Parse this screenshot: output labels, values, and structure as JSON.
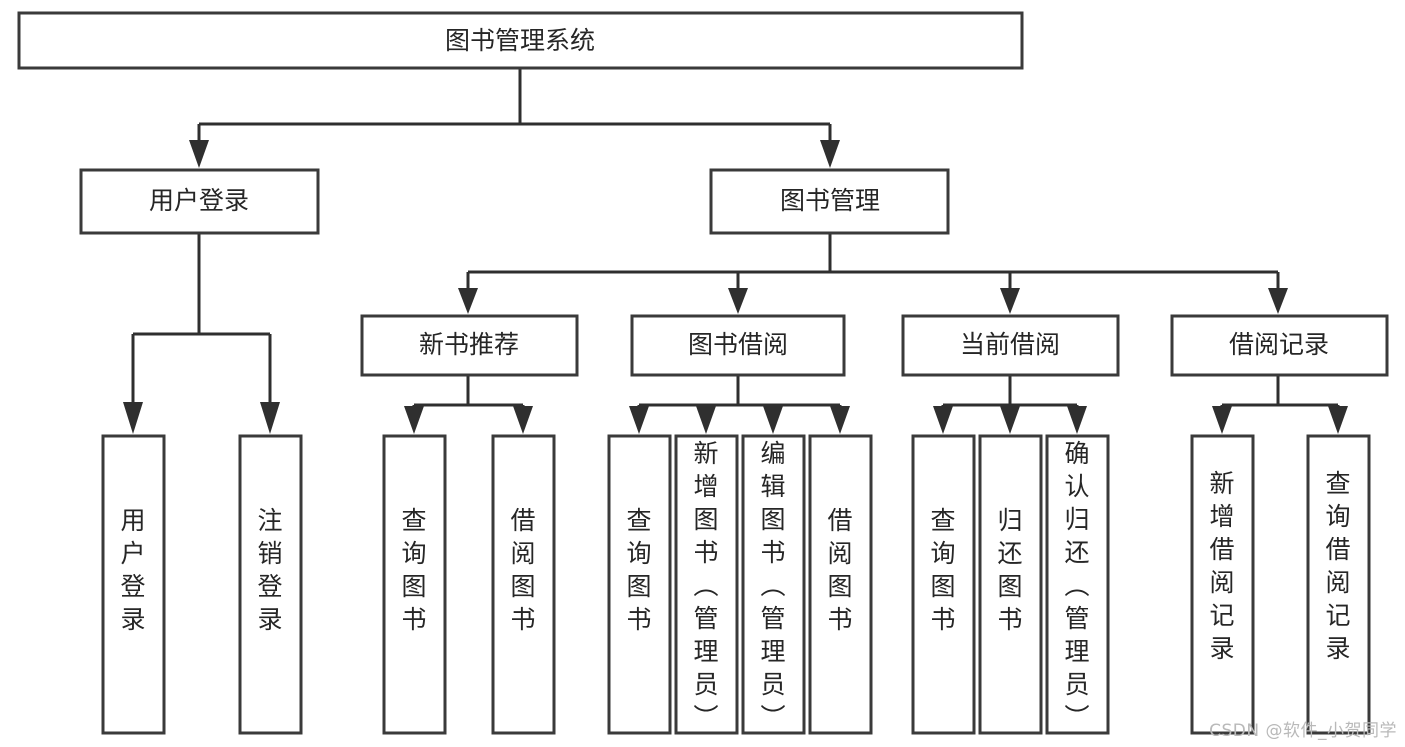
{
  "diagram": {
    "type": "tree-hierarchy-diagram",
    "title": "图书管理系统",
    "watermark": "CSDN @软件_小贺同学",
    "colors": {
      "box_stroke": "#3a3a3a",
      "box_fill": "#ffffff",
      "connector": "#2f2f2f",
      "text": "#262626",
      "background": "#ffffff",
      "watermark": "#b9b9b9"
    },
    "root": {
      "id": "root",
      "label": "图书管理系统"
    },
    "level2": [
      {
        "id": "user-login",
        "label": "用户登录"
      },
      {
        "id": "book-management",
        "label": "图书管理"
      }
    ],
    "level3": [
      {
        "id": "new-book-recommend",
        "label": "新书推荐",
        "parent": "book-management"
      },
      {
        "id": "book-borrow",
        "label": "图书借阅",
        "parent": "book-management"
      },
      {
        "id": "current-borrow",
        "label": "当前借阅",
        "parent": "book-management"
      },
      {
        "id": "borrow-record",
        "label": "借阅记录",
        "parent": "book-management"
      }
    ],
    "leaves": [
      {
        "id": "leaf-user-login",
        "label": "用户登录",
        "parent": "user-login"
      },
      {
        "id": "leaf-logout-login",
        "label": "注销登录",
        "parent": "user-login"
      },
      {
        "id": "leaf-query-book-1",
        "label": "查询图书",
        "parent": "new-book-recommend"
      },
      {
        "id": "leaf-borrow-book-1",
        "label": "借阅图书",
        "parent": "new-book-recommend"
      },
      {
        "id": "leaf-query-book-2",
        "label": "查询图书",
        "parent": "book-borrow"
      },
      {
        "id": "leaf-add-book",
        "label": "新增图书（管理员）",
        "parent": "book-borrow"
      },
      {
        "id": "leaf-edit-book",
        "label": "编辑图书（管理员）",
        "parent": "book-borrow"
      },
      {
        "id": "leaf-borrow-book-2",
        "label": "借阅图书",
        "parent": "book-borrow"
      },
      {
        "id": "leaf-query-book-3",
        "label": "查询图书",
        "parent": "current-borrow"
      },
      {
        "id": "leaf-return-book",
        "label": "归还图书",
        "parent": "current-borrow"
      },
      {
        "id": "leaf-confirm-return",
        "label": "确认归还（管理员）",
        "parent": "current-borrow"
      },
      {
        "id": "leaf-add-record",
        "label": "新增借阅记录",
        "parent": "borrow-record"
      },
      {
        "id": "leaf-query-record",
        "label": "查询借阅记录",
        "parent": "borrow-record"
      }
    ]
  }
}
